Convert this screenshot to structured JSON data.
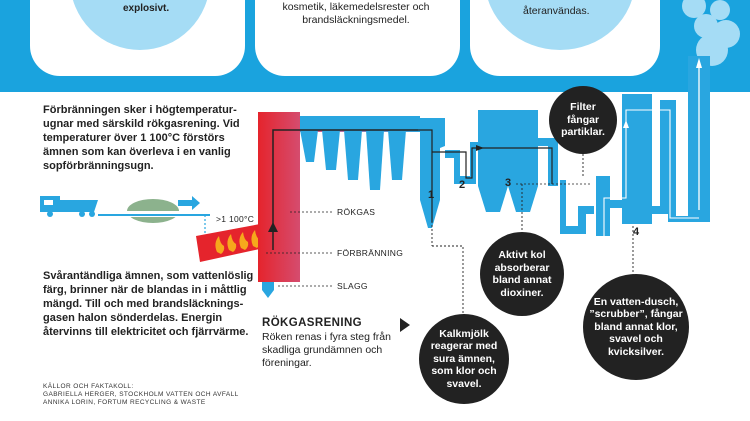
{
  "top": {
    "left_fragment": "explosivt.",
    "center_text": "kosmetik, läkemedelsrester och brandsläckningsmedel.",
    "right_fragment": "återanvändas."
  },
  "intro": {
    "paragraph": "Förbränningen sker i högtemperatur-ugnar med särskild rökgasrening. Vid temperaturer över 1 100°C förstörs ämnen som kan överleva i en vanlig sopförbränningsugn."
  },
  "labels": {
    "temperature": ">1 100°C",
    "rokgas": "RÖKGAS",
    "forbranning": "FÖRBRÄNNING",
    "slagg": "SLAGG"
  },
  "left_text": {
    "paragraph": "Svårantändliga ämnen, som vattenlöslig färg, brinner när de blandas in i måttlig mängd. Till och med brandsläcknings-gasen halon sönderdelas. Energin återvinns till elektricitet och fjärrvärme."
  },
  "sources": {
    "line1": "KÄLLOR OCH FAKTAKOLL:",
    "line2": "GABRIELLA HERGER, STOCKHOLM VATTEN OCH AVFALL",
    "line3": "ANNIKA LORIN, FORTUM RECYCLING & WASTE"
  },
  "cleaning": {
    "title": "RÖKGASRENING",
    "text": "Röken renas i fyra steg från skadliga grundämnen och föreningar."
  },
  "steps": {
    "s1": "1",
    "s2": "2",
    "s3": "3",
    "s4": "4"
  },
  "callouts": {
    "filter": "Filter fångar partiklar.",
    "kol": "Aktivt kol absorberar bland annat dioxiner.",
    "kalk": "Kalkmjölk reagerar med sura ämnen, som klor och svavel.",
    "scrubber": "En vatten-dusch, ”scrubber”, fångar bland annat klor, svavel och kvicksilver."
  },
  "colors": {
    "band_blue": "#1aa3de",
    "light_blue": "#a5dcf5",
    "flue_blue": "#29a6e0",
    "furnace_red": "#e5242c",
    "callout_dark": "#222222"
  }
}
